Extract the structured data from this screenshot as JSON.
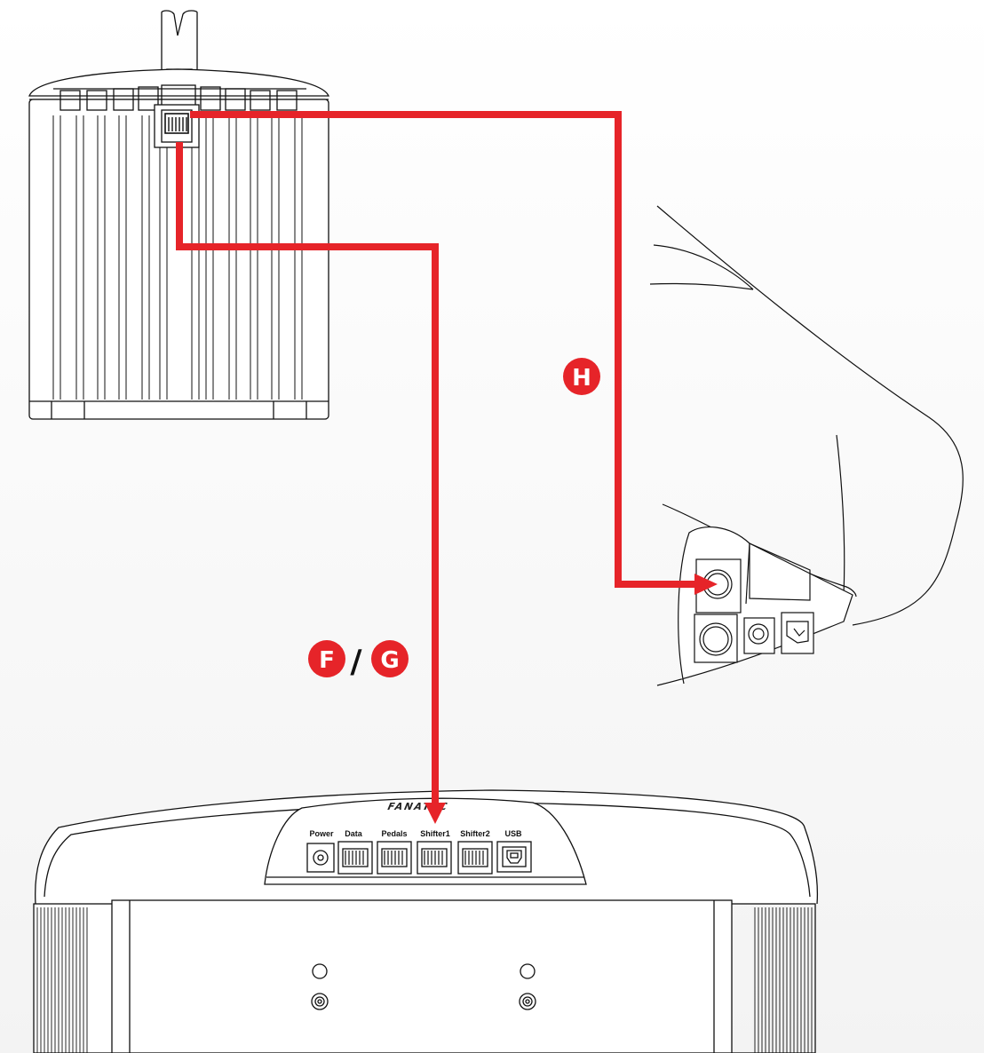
{
  "badges": {
    "h": "H",
    "f": "F",
    "g": "G",
    "separator": "/"
  },
  "base_panel": {
    "brand_text": "FANATEC",
    "ports": [
      "Power",
      "Data",
      "Pedals",
      "Shifter1",
      "Shifter2",
      "USB"
    ]
  },
  "colors": {
    "cable": "#e62429",
    "badge": "#e62429",
    "outline": "#111111"
  }
}
